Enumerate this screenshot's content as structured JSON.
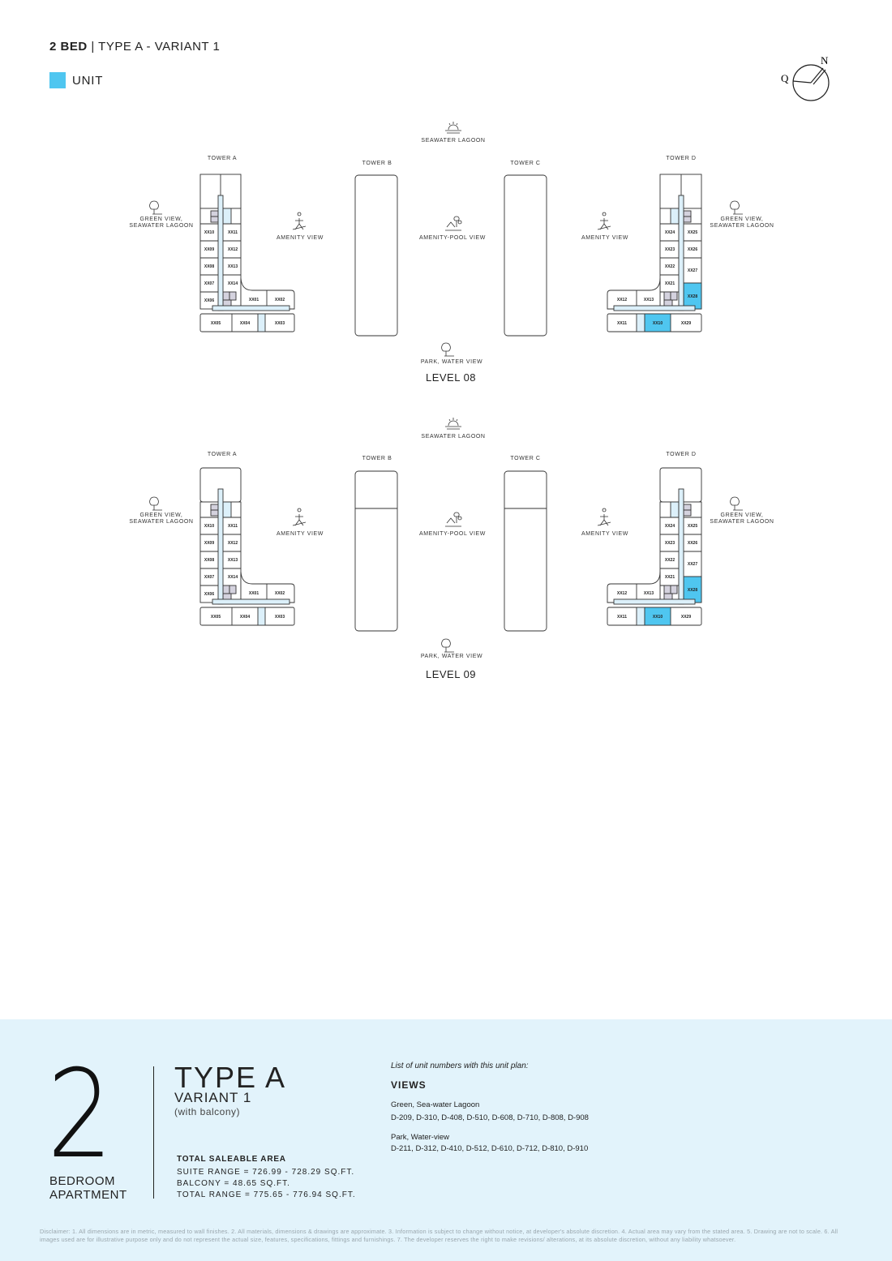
{
  "header": {
    "bed": "2 BED",
    "separator": "|",
    "type": "TYPE A - VARIANT 1"
  },
  "legend": {
    "label": "UNIT",
    "color": "#4fc6f0"
  },
  "compass": {
    "q": "Q",
    "n": "N"
  },
  "colors": {
    "unit": "#4fc6f0",
    "corridor": "#dcf0fa",
    "core": "#d4d2de",
    "panel": "#e2f3fb"
  },
  "levels": [
    {
      "name": "LEVEL 08",
      "top_view": "SEAWATER LAGOON",
      "bottom_view": "PARK, WATER VIEW",
      "center_view": "AMENITY-POOL VIEW",
      "amenity_view_left": "AMENITY VIEW",
      "amenity_view_right": "AMENITY VIEW",
      "green_view_left": [
        "GREEN VIEW,",
        "SEAWATER LAGOON"
      ],
      "green_view_right": [
        "GREEN VIEW,",
        "SEAWATER LAGOON"
      ],
      "towers": [
        "TOWER A",
        "TOWER B",
        "TOWER C",
        "TOWER D"
      ],
      "tower_a_units": {
        "left": [
          "XX10",
          "XX09",
          "XX08",
          "XX07",
          "XX06"
        ],
        "right": [
          "XX11",
          "XX12",
          "XX13",
          "XX14"
        ],
        "wing": [
          "XX01",
          "XX02"
        ],
        "bottom": [
          "XX05",
          "XX04",
          "XX03"
        ]
      },
      "tower_d_units": {
        "left": [
          "XX24",
          "XX23",
          "XX22",
          "XX21"
        ],
        "right": [
          "XX25",
          "XX26",
          "XX27",
          "XX28"
        ],
        "wing": [
          "XX12",
          "XX13"
        ],
        "bottom": [
          "XX11",
          "XX10",
          "XX29"
        ]
      },
      "highlighted_units": [
        "XX28",
        "XX10"
      ]
    },
    {
      "name": "LEVEL 09",
      "top_view": "SEAWATER LAGOON",
      "bottom_view": "PARK, WATER VIEW",
      "center_view": "AMENITY-POOL VIEW",
      "amenity_view_left": "AMENITY VIEW",
      "amenity_view_right": "AMENITY VIEW",
      "green_view_left": [
        "GREEN VIEW,",
        "SEAWATER LAGOON"
      ],
      "green_view_right": [
        "GREEN VIEW,",
        "SEAWATER LAGOON"
      ],
      "towers": [
        "TOWER A",
        "TOWER B",
        "TOWER C",
        "TOWER D"
      ],
      "tower_a_units": {
        "left": [
          "XX10",
          "XX09",
          "XX08",
          "XX07",
          "XX06"
        ],
        "right": [
          "XX11",
          "XX12",
          "XX13",
          "XX14"
        ],
        "wing": [
          "XX01",
          "XX02"
        ],
        "bottom": [
          "XX05",
          "XX04",
          "XX03"
        ]
      },
      "tower_d_units": {
        "left": [
          "XX24",
          "XX23",
          "XX22",
          "XX21"
        ],
        "right": [
          "XX25",
          "XX26",
          "XX27",
          "XX28"
        ],
        "wing": [
          "XX12",
          "XX13"
        ],
        "bottom": [
          "XX11",
          "XX10",
          "XX29"
        ]
      },
      "highlighted_units": [
        "XX28",
        "XX10"
      ]
    }
  ],
  "summary": {
    "bedrooms": "2",
    "bedroom_line1": "BEDROOM",
    "bedroom_line2": "APARTMENT",
    "type": "TYPE A",
    "variant": "VARIANT 1",
    "variant_note": "(with balcony)",
    "area_title": "TOTAL SALEABLE AREA",
    "suite_range": "SUITE RANGE = 726.99 - 728.29 SQ.FT.",
    "balcony": "BALCONY = 48.65 SQ.FT.",
    "total_range": "TOTAL RANGE = 775.65 - 776.94 SQ.FT.",
    "list_intro": "List of unit numbers with this unit plan:",
    "views_title": "VIEWS",
    "views": [
      {
        "name": "Green, Sea-water Lagoon",
        "units": "D-209, D-310, D-408, D-510, D-608, D-710, D-808, D-908"
      },
      {
        "name": "Park, Water-view",
        "units": "D-211, D-312, D-410, D-512, D-610, D-712, D-810, D-910"
      }
    ]
  },
  "disclaimer": "Disclaimer: 1. All dimensions are in metric, measured to wall finishes. 2. All materials, dimensions & drawings are approximate. 3. Information is subject to change without notice, at developer's absolute discretion. 4. Actual area may vary from the stated area. 5. Drawing are not to scale. 6. All images used are for illustrative purpose only and do not represent the actual size, features, specifications, fittings and furnishings. 7. The developer reserves the right to make revisions/ alterations, at its absolute discretion, without any liability whatsoever."
}
